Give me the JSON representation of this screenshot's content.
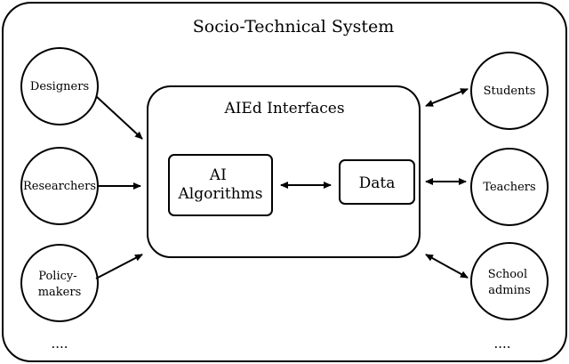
{
  "title": "Socio-Technical System",
  "interfaces_title": "AIEd Interfaces",
  "algorithms": {
    "line1": "AI",
    "line2": "Algorithms"
  },
  "data_box": "Data",
  "left_actors": [
    {
      "lines": [
        "Designers"
      ]
    },
    {
      "lines": [
        "Researchers"
      ]
    },
    {
      "lines": [
        "Policy-",
        "makers"
      ]
    }
  ],
  "right_actors": [
    {
      "lines": [
        "Students"
      ]
    },
    {
      "lines": [
        "Teachers"
      ]
    },
    {
      "lines": [
        "School",
        "admins"
      ]
    }
  ],
  "left_ellipsis": "....",
  "right_ellipsis": "...."
}
